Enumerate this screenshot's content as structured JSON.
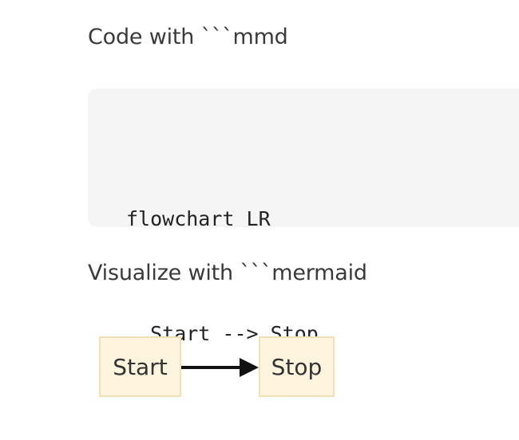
{
  "headings": {
    "code": "Code with ```mmd",
    "visualize": "Visualize with ```mermaid"
  },
  "code_block": {
    "lines": [
      "flowchart LR",
      "  Start --> Stop"
    ]
  },
  "diagram": {
    "nodes": [
      "Start",
      "Stop"
    ],
    "edge_color": "#111111",
    "node_fill": "#fff4dd",
    "node_border": "#f0e0b8"
  }
}
